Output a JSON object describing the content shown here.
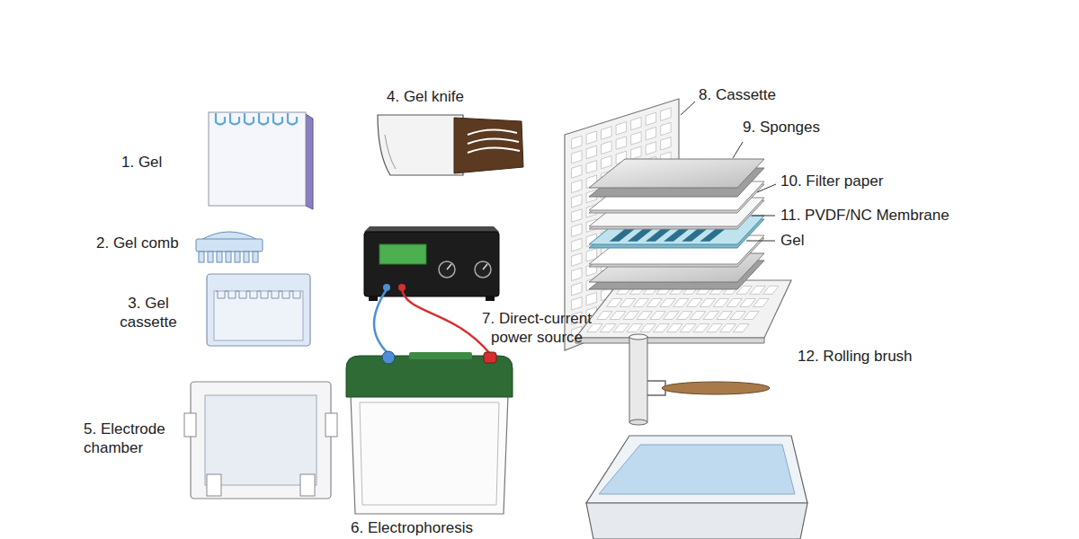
{
  "diagram": {
    "labels": [
      "1. Gel",
      "2. Gel comb",
      "3. Gel cassette",
      "4. Gel knife",
      "5. Electrode chamber",
      "6. Electrophoresis",
      "7. Direct-current power source",
      "8. Cassette",
      "9. Sponges",
      "10. Filter paper",
      "11. PVDF/NC Membrane",
      "Gel",
      "12. Rolling brush"
    ]
  }
}
